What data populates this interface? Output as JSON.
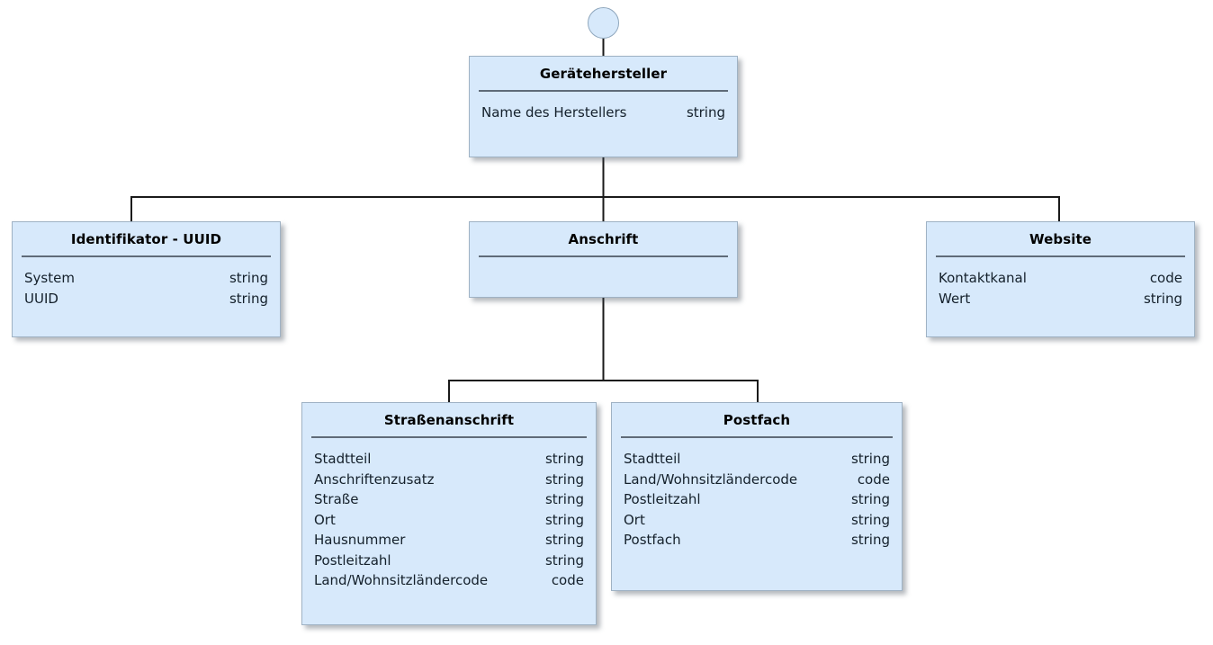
{
  "diagram": {
    "type": "uml-class-diagram",
    "language": "de",
    "title": "Gerätehersteller",
    "colors": {
      "node_fill": "#d7e9fb",
      "node_border": "#9fb2c4",
      "separator": "#5f6b78",
      "edge": "#1a1a1a",
      "text": "#14202b",
      "background": "#ffffff"
    }
  },
  "root_connector": {
    "shape": "circle",
    "name": "root-connector-dot"
  },
  "nodes": {
    "geraetehersteller": {
      "title": "Gerätehersteller",
      "attributes": [
        {
          "name": "Name des Herstellers",
          "type": "string"
        }
      ]
    },
    "identifikator": {
      "title": "Identifikator - UUID",
      "attributes": [
        {
          "name": "System",
          "type": "string"
        },
        {
          "name": "UUID",
          "type": "string"
        }
      ]
    },
    "anschrift": {
      "title": "Anschrift",
      "attributes": []
    },
    "website": {
      "title": "Website",
      "attributes": [
        {
          "name": "Kontaktkanal",
          "type": "code"
        },
        {
          "name": "Wert",
          "type": "string"
        }
      ]
    },
    "strassenanschrift": {
      "title": "Straßenanschrift",
      "attributes": [
        {
          "name": "Stadtteil",
          "type": "string"
        },
        {
          "name": "Anschriftenzusatz",
          "type": "string"
        },
        {
          "name": "Straße",
          "type": "string"
        },
        {
          "name": "Ort",
          "type": "string"
        },
        {
          "name": "Hausnummer",
          "type": "string"
        },
        {
          "name": "Postleitzahl",
          "type": "string"
        },
        {
          "name": "Land/Wohnsitzländercode",
          "type": "code"
        }
      ]
    },
    "postfach": {
      "title": "Postfach",
      "attributes": [
        {
          "name": "Stadtteil",
          "type": "string"
        },
        {
          "name": "Land/Wohnsitzländercode",
          "type": "code"
        },
        {
          "name": "Postleitzahl",
          "type": "string"
        },
        {
          "name": "Ort",
          "type": "string"
        },
        {
          "name": "Postfach",
          "type": "string"
        }
      ]
    }
  },
  "edges": [
    {
      "from": "root-connector-dot",
      "to": "geraetehersteller"
    },
    {
      "from": "geraetehersteller",
      "to": "identifikator"
    },
    {
      "from": "geraetehersteller",
      "to": "anschrift"
    },
    {
      "from": "geraetehersteller",
      "to": "website"
    },
    {
      "from": "anschrift",
      "to": "strassenanschrift"
    },
    {
      "from": "anschrift",
      "to": "postfach"
    }
  ]
}
